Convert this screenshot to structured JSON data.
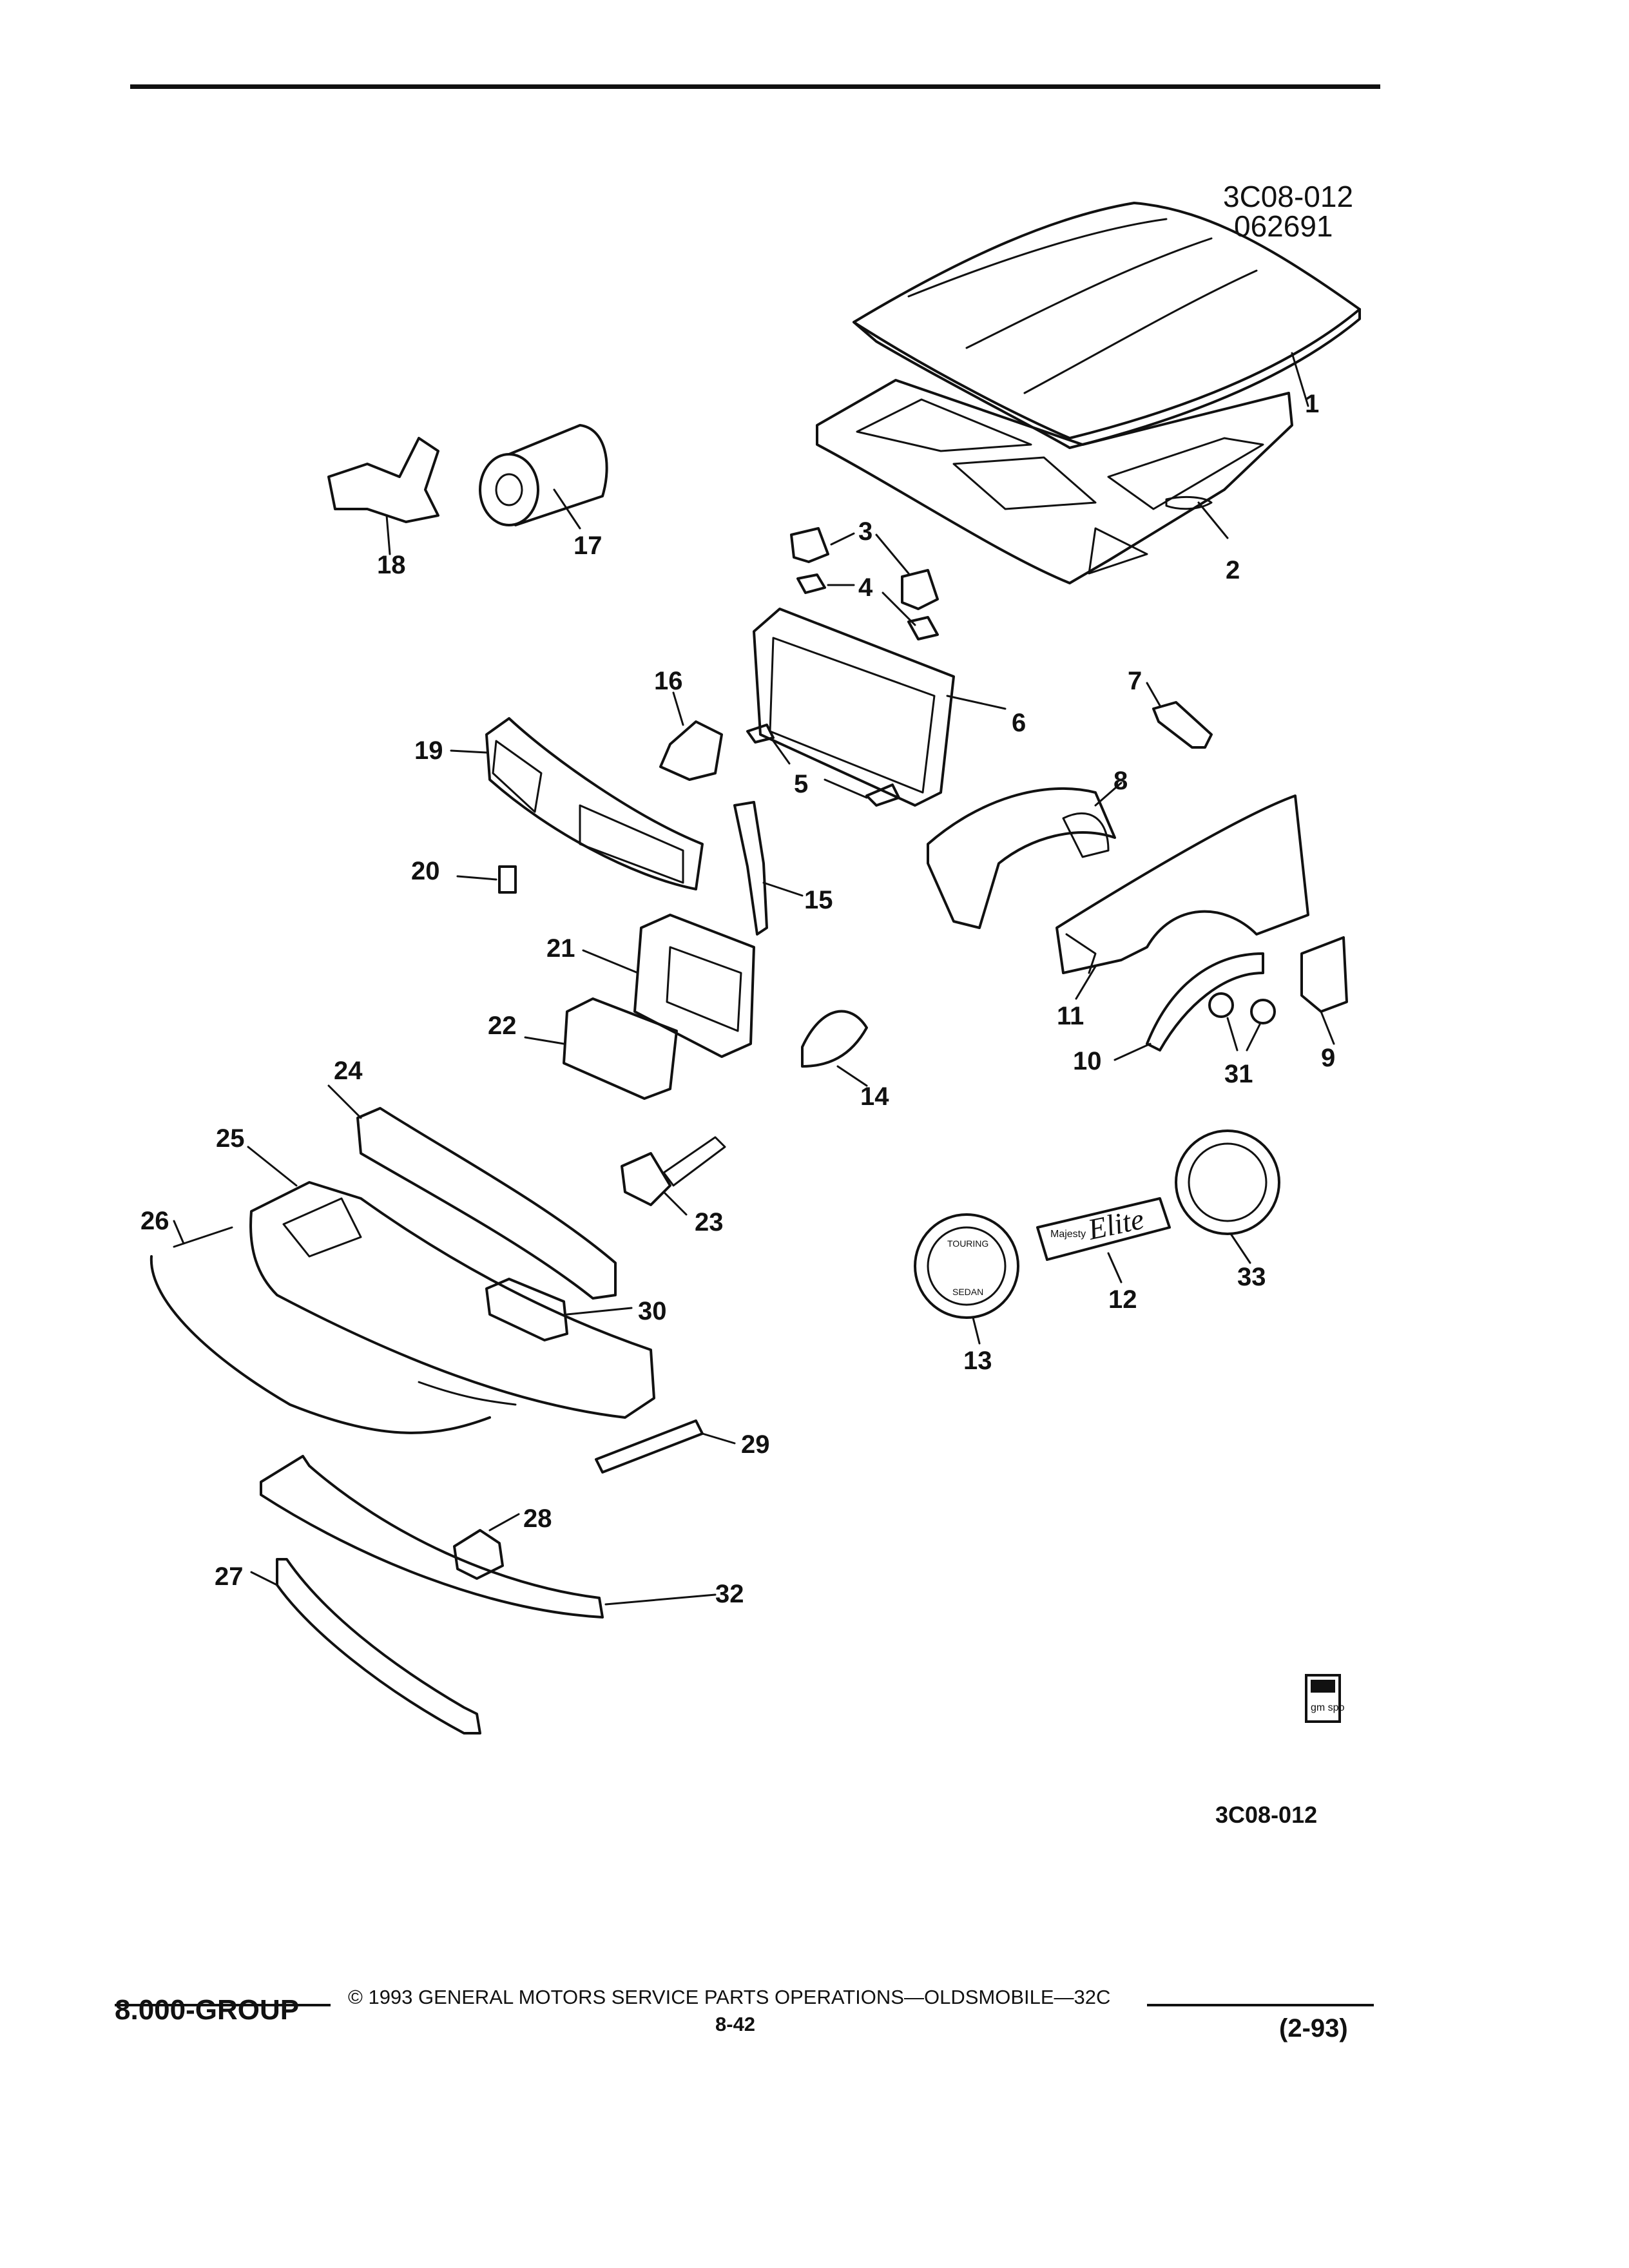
{
  "header": {
    "drawing_id": "3C08-012",
    "date_code": "062691"
  },
  "diagram": {
    "callouts": [
      "1",
      "2",
      "3",
      "4",
      "5",
      "6",
      "7",
      "8",
      "9",
      "10",
      "11",
      "12",
      "13",
      "14",
      "15",
      "16",
      "17",
      "18",
      "19",
      "20",
      "21",
      "22",
      "23",
      "24",
      "25",
      "26",
      "27",
      "28",
      "29",
      "30",
      "31",
      "32",
      "33"
    ],
    "emblems": {
      "badge_12_text": "Elite",
      "badge_12_small": "Majesty",
      "emblem_13_top": "TOURING",
      "emblem_13_bottom": "SEDAN"
    },
    "gm_spo_logo": "gm spo"
  },
  "reference_code": "3C08-012",
  "footer": {
    "group": "8.000-GROUP",
    "copyright": "© 1993 GENERAL MOTORS SERVICE PARTS OPERATIONS—OLDSMOBILE—32C",
    "page_number": "8-42",
    "revision": "(2-93)"
  }
}
